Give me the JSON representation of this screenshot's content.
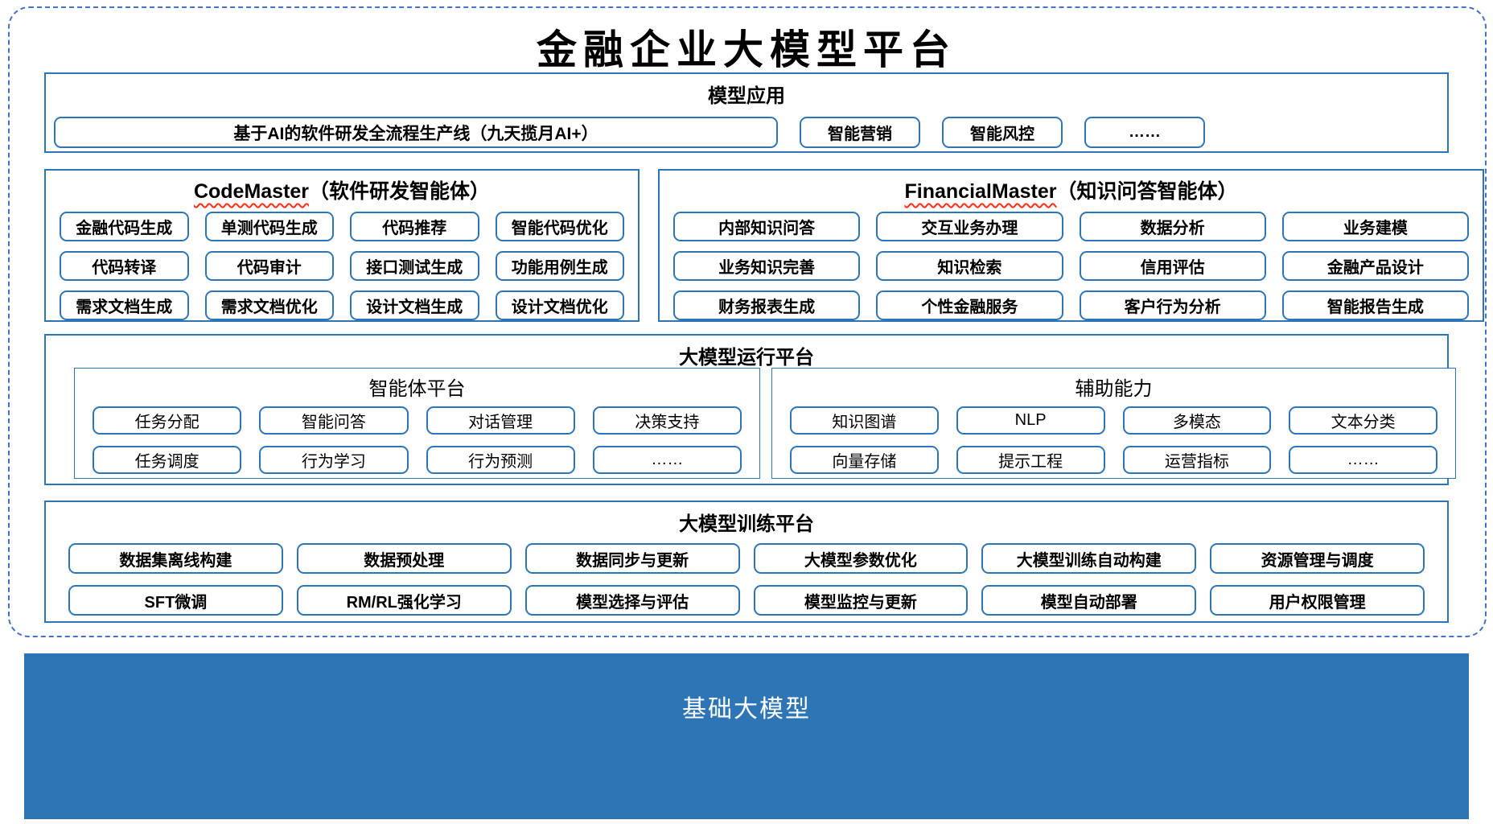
{
  "title": "金融企业大模型平台",
  "colors": {
    "box_border": "#2E75B6",
    "dashed_border": "#4472C4",
    "bar_fill": "#2E75B6",
    "bar_text": "#FFFFFF",
    "squiggle": "#FF2D16"
  },
  "model_app": {
    "header": "模型应用",
    "wide_item": "基于AI的软件研发全流程生产线（九天揽月AI+）",
    "items": [
      "智能营销",
      "智能风控",
      "……"
    ]
  },
  "code_master": {
    "name_en": "CodeMaster",
    "name_cn": "（软件研发智能体）",
    "items": [
      "金融代码生成",
      "单测代码生成",
      "代码推荐",
      "智能代码优化",
      "代码转译",
      "代码审计",
      "接口测试生成",
      "功能用例生成",
      "需求文档生成",
      "需求文档优化",
      "设计文档生成",
      "设计文档优化"
    ]
  },
  "financial_master": {
    "name_en": "FinancialMaster",
    "name_cn": "（知识问答智能体）",
    "items": [
      "内部知识问答",
      "交互业务办理",
      "数据分析",
      "业务建模",
      "业务知识完善",
      "知识检索",
      "信用评估",
      "金融产品设计",
      "财务报表生成",
      "个性金融服务",
      "客户行为分析",
      "智能报告生成"
    ]
  },
  "runtime": {
    "header": "大模型运行平台",
    "agent_platform": {
      "header": "智能体平台",
      "items": [
        "任务分配",
        "智能问答",
        "对话管理",
        "决策支持",
        "任务调度",
        "行为学习",
        "行为预测",
        "……"
      ]
    },
    "aux_ability": {
      "header": "辅助能力",
      "items": [
        "知识图谱",
        "NLP",
        "多模态",
        "文本分类",
        "向量存储",
        "提示工程",
        "运营指标",
        "……"
      ]
    }
  },
  "training": {
    "header": "大模型训练平台",
    "items": [
      "数据集离线构建",
      "数据预处理",
      "数据同步与更新",
      "大模型参数优化",
      "大模型训练自动构建",
      "资源管理与调度",
      "SFT微调",
      "RM/RL强化学习",
      "模型选择与评估",
      "模型监控与更新",
      "模型自动部署",
      "用户权限管理"
    ]
  },
  "base_model": {
    "label": "基础大模型"
  }
}
